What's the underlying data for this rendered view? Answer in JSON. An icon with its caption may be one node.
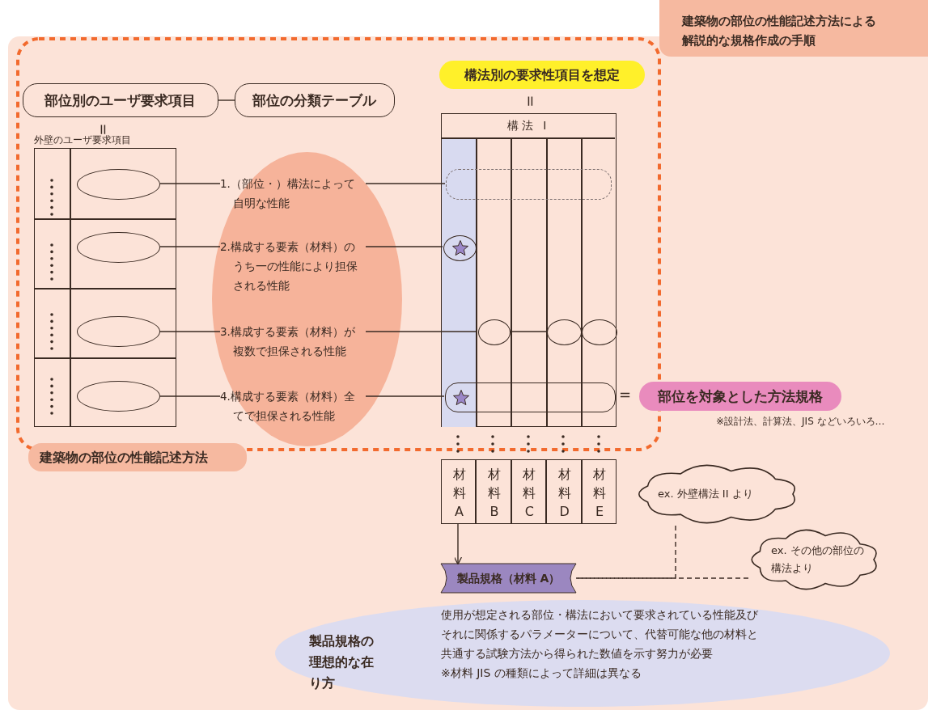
{
  "diagram": {
    "title": "建築物の部位の性能記述方法による解説的な規格作成の手順",
    "nodes": [
      {
        "text": [
          "建築物の部位の性能記述方法"
        ]
      },
      {
        "text": [
          "部位別のユーザ要求項目"
        ],
        "in": 0
      },
      {
        "text": [
          "部位の分類テーブル"
        ],
        "in": 0
      },
      {
        "text": [
          "外壁のユーザ要求項目"
        ],
        "in": 0
      },
      {
        "text": [],
        "shape": "ellipse",
        "in": 3
      },
      {
        "text": [],
        "shape": "ellipse",
        "in": 3
      },
      {
        "text": [],
        "shape": "ellipse",
        "in": 3
      },
      {
        "text": [],
        "shape": "ellipse",
        "in": 3
      },
      {
        "text": [],
        "shape": "ellipse",
        "in": 0
      },
      {
        "text": [
          "1.（部位・）構法によって自明な性能"
        ],
        "in": 8
      },
      {
        "text": [
          "2.構成する要素（材料）のうち一の性能により担保される性能"
        ],
        "in": 8
      },
      {
        "text": [
          "3.構成する要素（材料）が複数で担保される性能"
        ],
        "in": 8
      },
      {
        "text": [
          "4.構成する要素（材料）全てで担保される性能"
        ],
        "in": 8
      },
      {
        "text": [
          "構法別の要求性項目を想定"
        ],
        "in": 0
      },
      {
        "text": [
          "構法 I"
        ],
        "in": 0
      },
      {
        "text": [],
        "shape": "box",
        "in": 14
      },
      {
        "text": [],
        "shape": "circle",
        "in": 14
      },
      {
        "text": [],
        "shape": "ellipse",
        "in": 14
      },
      {
        "text": [],
        "shape": "ellipse",
        "in": 14
      },
      {
        "text": [],
        "shape": "ellipse",
        "in": 14
      },
      {
        "text": [],
        "shape": "box",
        "in": 14
      },
      {
        "text": [
          "部位を対象とした方法規格"
        ],
        "beside": [
          "※設計法、計算法、JIS などいろいろ…"
        ]
      },
      {
        "text": [
          "材料A"
        ]
      },
      {
        "text": [
          "材料B"
        ]
      },
      {
        "text": [
          "材料C"
        ]
      },
      {
        "text": [
          "材料D"
        ]
      },
      {
        "text": [
          "材料E"
        ]
      },
      {
        "text": [
          "製品規格（材料 A）"
        ]
      },
      {
        "text": [
          "ex. 外壁構法 II より"
        ]
      },
      {
        "text": [
          "ex. その他の部位の構法より"
        ]
      },
      {
        "text": [
          "製品規格の理想的な在り方",
          "使用が想定される部位・構法において要求されている性能及びそれに関係するパラメーターについて、代替可能な他の材料と共通する試験方法から得られた数値を示す努力が必要",
          "※材料 JIS の種類によって詳細は異なる"
        ]
      }
    ],
    "edges": [
      {
        "from": 1,
        "to": 2,
        "arrow": "none"
      },
      {
        "from": 4,
        "to": 9,
        "arrow": "none"
      },
      {
        "from": 5,
        "to": 10,
        "arrow": "none"
      },
      {
        "from": 6,
        "to": 11,
        "arrow": "none"
      },
      {
        "from": 7,
        "to": 12,
        "arrow": "none"
      },
      {
        "from": 9,
        "to": 15,
        "arrow": "none"
      },
      {
        "from": 10,
        "to": 16,
        "arrow": "none"
      },
      {
        "from": 11,
        "to": 17,
        "arrow": "none"
      },
      {
        "from": 17,
        "to": 18,
        "arrow": "none"
      },
      {
        "from": 12,
        "to": 20,
        "arrow": "none"
      },
      {
        "from": 22,
        "to": 27,
        "arrow": "to"
      },
      {
        "from": 28,
        "to": 27,
        "arrow": "none",
        "style": "dashed"
      },
      {
        "from": 29,
        "to": 27,
        "arrow": "none",
        "style": "dashed"
      }
    ],
    "labels": [
      "=",
      "=",
      "="
    ]
  }
}
